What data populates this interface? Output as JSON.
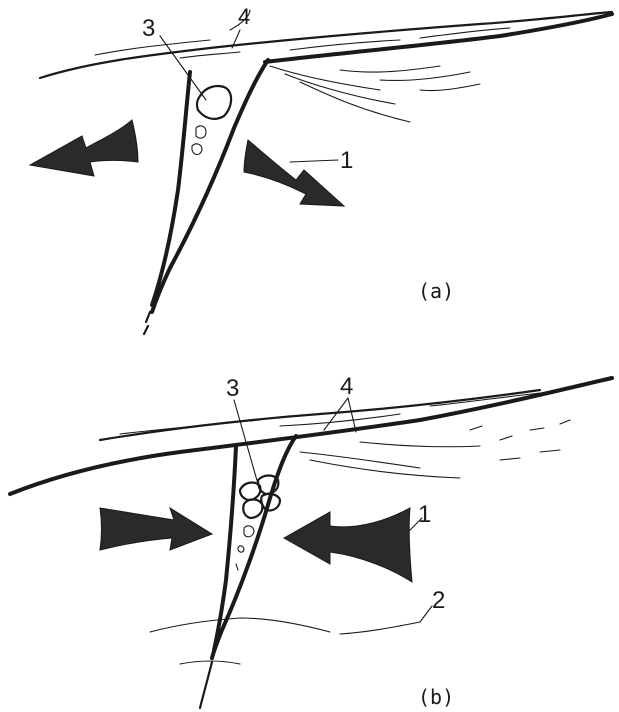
{
  "panels": [
    {
      "caption": "(a)",
      "labels": [
        "1",
        "3",
        "4"
      ]
    },
    {
      "caption": "(b)",
      "labels": [
        "1",
        "2",
        "3",
        "4"
      ]
    }
  ]
}
